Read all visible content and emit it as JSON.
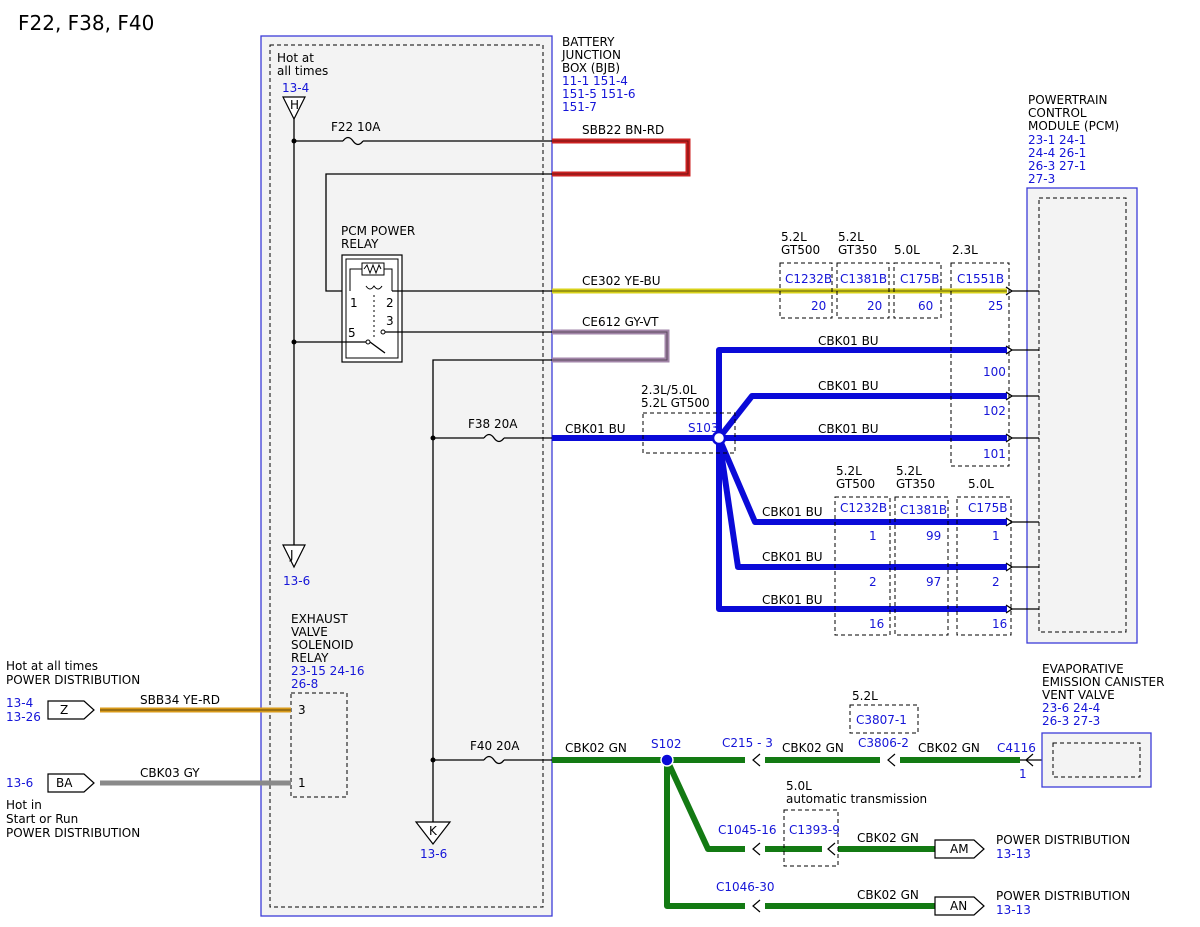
{
  "title": "F22, F38, F40",
  "colors": {
    "ref_blue": "#1515d8",
    "bu": "#0a0ad8",
    "gn": "#137a13",
    "bn_rd": "#cc2222",
    "ye_bu": "#d8d21a",
    "gy_vt": "#a285a8",
    "ye_rd": "#d89a1a",
    "gy": "#8a8a8a",
    "panel": "#f3f3f3",
    "frame": "#3c3cd8"
  },
  "bjb": {
    "label": [
      "BATTERY",
      "JUNCTION",
      "BOX (BJB)"
    ],
    "refs": [
      "11-1  151-4",
      "151-5 151-6",
      "151-7"
    ],
    "hot": [
      "Hot at",
      "all times"
    ],
    "h_ref": "13-4",
    "h_letter": "H",
    "j_letter": "J",
    "j_ref": "13-6",
    "k_letter": "K",
    "k_ref": "13-6"
  },
  "fuses": {
    "f22": "F22  10A",
    "f38": "F38  20A",
    "f40": "F40  20A"
  },
  "relay": {
    "label": [
      "PCM POWER",
      "RELAY"
    ],
    "pins": [
      "1",
      "2",
      "3",
      "5"
    ]
  },
  "evs_relay": {
    "label": [
      "EXHAUST",
      "VALVE",
      "SOLENOID",
      "RELAY"
    ],
    "refs": [
      "23-15 24-16",
      "26-8"
    ],
    "pin3": "3",
    "pin1": "1"
  },
  "wires": {
    "sbb22": "SBB22  BN-RD",
    "ce302": "CE302  YE-BU",
    "ce612": "CE612  GY-VT",
    "cbk01": "CBK01  BU",
    "cbk02": "CBK02  GN",
    "sbb34": "SBB34  YE-RD",
    "cbk03": "CBK03  GY"
  },
  "pcm": {
    "label": [
      "POWERTRAIN",
      "CONTROL",
      "MODULE (PCM)"
    ],
    "refs": [
      "23-1  24-1",
      "24-4  26-1",
      "26-3  27-1",
      "27-3"
    ]
  },
  "pcm_conn_top": [
    {
      "engine": [
        "5.2L",
        "GT500"
      ],
      "code": "C1232B",
      "pin": "20"
    },
    {
      "engine": [
        "5.2L",
        "GT350"
      ],
      "code": "C1381B",
      "pin": "20"
    },
    {
      "engine": [
        "5.0L"
      ],
      "code": "C175B",
      "pin": "60"
    },
    {
      "engine": [
        "2.3L"
      ],
      "code": "C1551B",
      "pin": "25",
      "extra_pins": [
        "100",
        "102",
        "101"
      ]
    }
  ],
  "pcm_conn_bottom": [
    {
      "engine": [
        "5.2L",
        "GT500"
      ],
      "code": "C1232B",
      "pins": [
        "1",
        "2",
        "16"
      ]
    },
    {
      "engine": [
        "5.2L",
        "GT350"
      ],
      "code": "C1381B",
      "pins": [
        "99",
        "97"
      ]
    },
    {
      "engine": [
        "5.0L"
      ],
      "code": "C175B",
      "pins": [
        "1",
        "2",
        "16"
      ]
    }
  ],
  "s103": {
    "label": "S103",
    "note": [
      "2.3L/5.0L",
      "5.2L GT500"
    ]
  },
  "s102": {
    "label": "S102"
  },
  "evap": {
    "label": [
      "EVAPORATIVE",
      "EMISSION CANISTER",
      "VENT VALVE"
    ],
    "refs": [
      "23-6  24-4",
      "26-3  27-3"
    ],
    "conn": "C4116",
    "pin": "1"
  },
  "gn_conns": {
    "c215": "C215 - 3",
    "c3807_note": "5.2L",
    "c3807": "C3807-1",
    "c3806": "C3806-2",
    "c1045": "C1045-16",
    "c1393": "C1393-9",
    "c1393_note": [
      "5.0L",
      "automatic transmission"
    ],
    "c1046": "C1046-30"
  },
  "left_feeds": {
    "z": {
      "text": [
        "Hot at all times",
        "POWER DISTRIBUTION"
      ],
      "refs": [
        "13-4",
        "13-26"
      ],
      "letter": "Z"
    },
    "ba": {
      "text": [
        "Hot in",
        "Start or Run",
        "POWER DISTRIBUTION"
      ],
      "ref": "13-6",
      "letter": "BA"
    }
  },
  "right_feeds": {
    "am": {
      "letter": "AM",
      "text": "POWER DISTRIBUTION",
      "ref": "13-13"
    },
    "an": {
      "letter": "AN",
      "text": "POWER DISTRIBUTION",
      "ref": "13-13"
    }
  }
}
